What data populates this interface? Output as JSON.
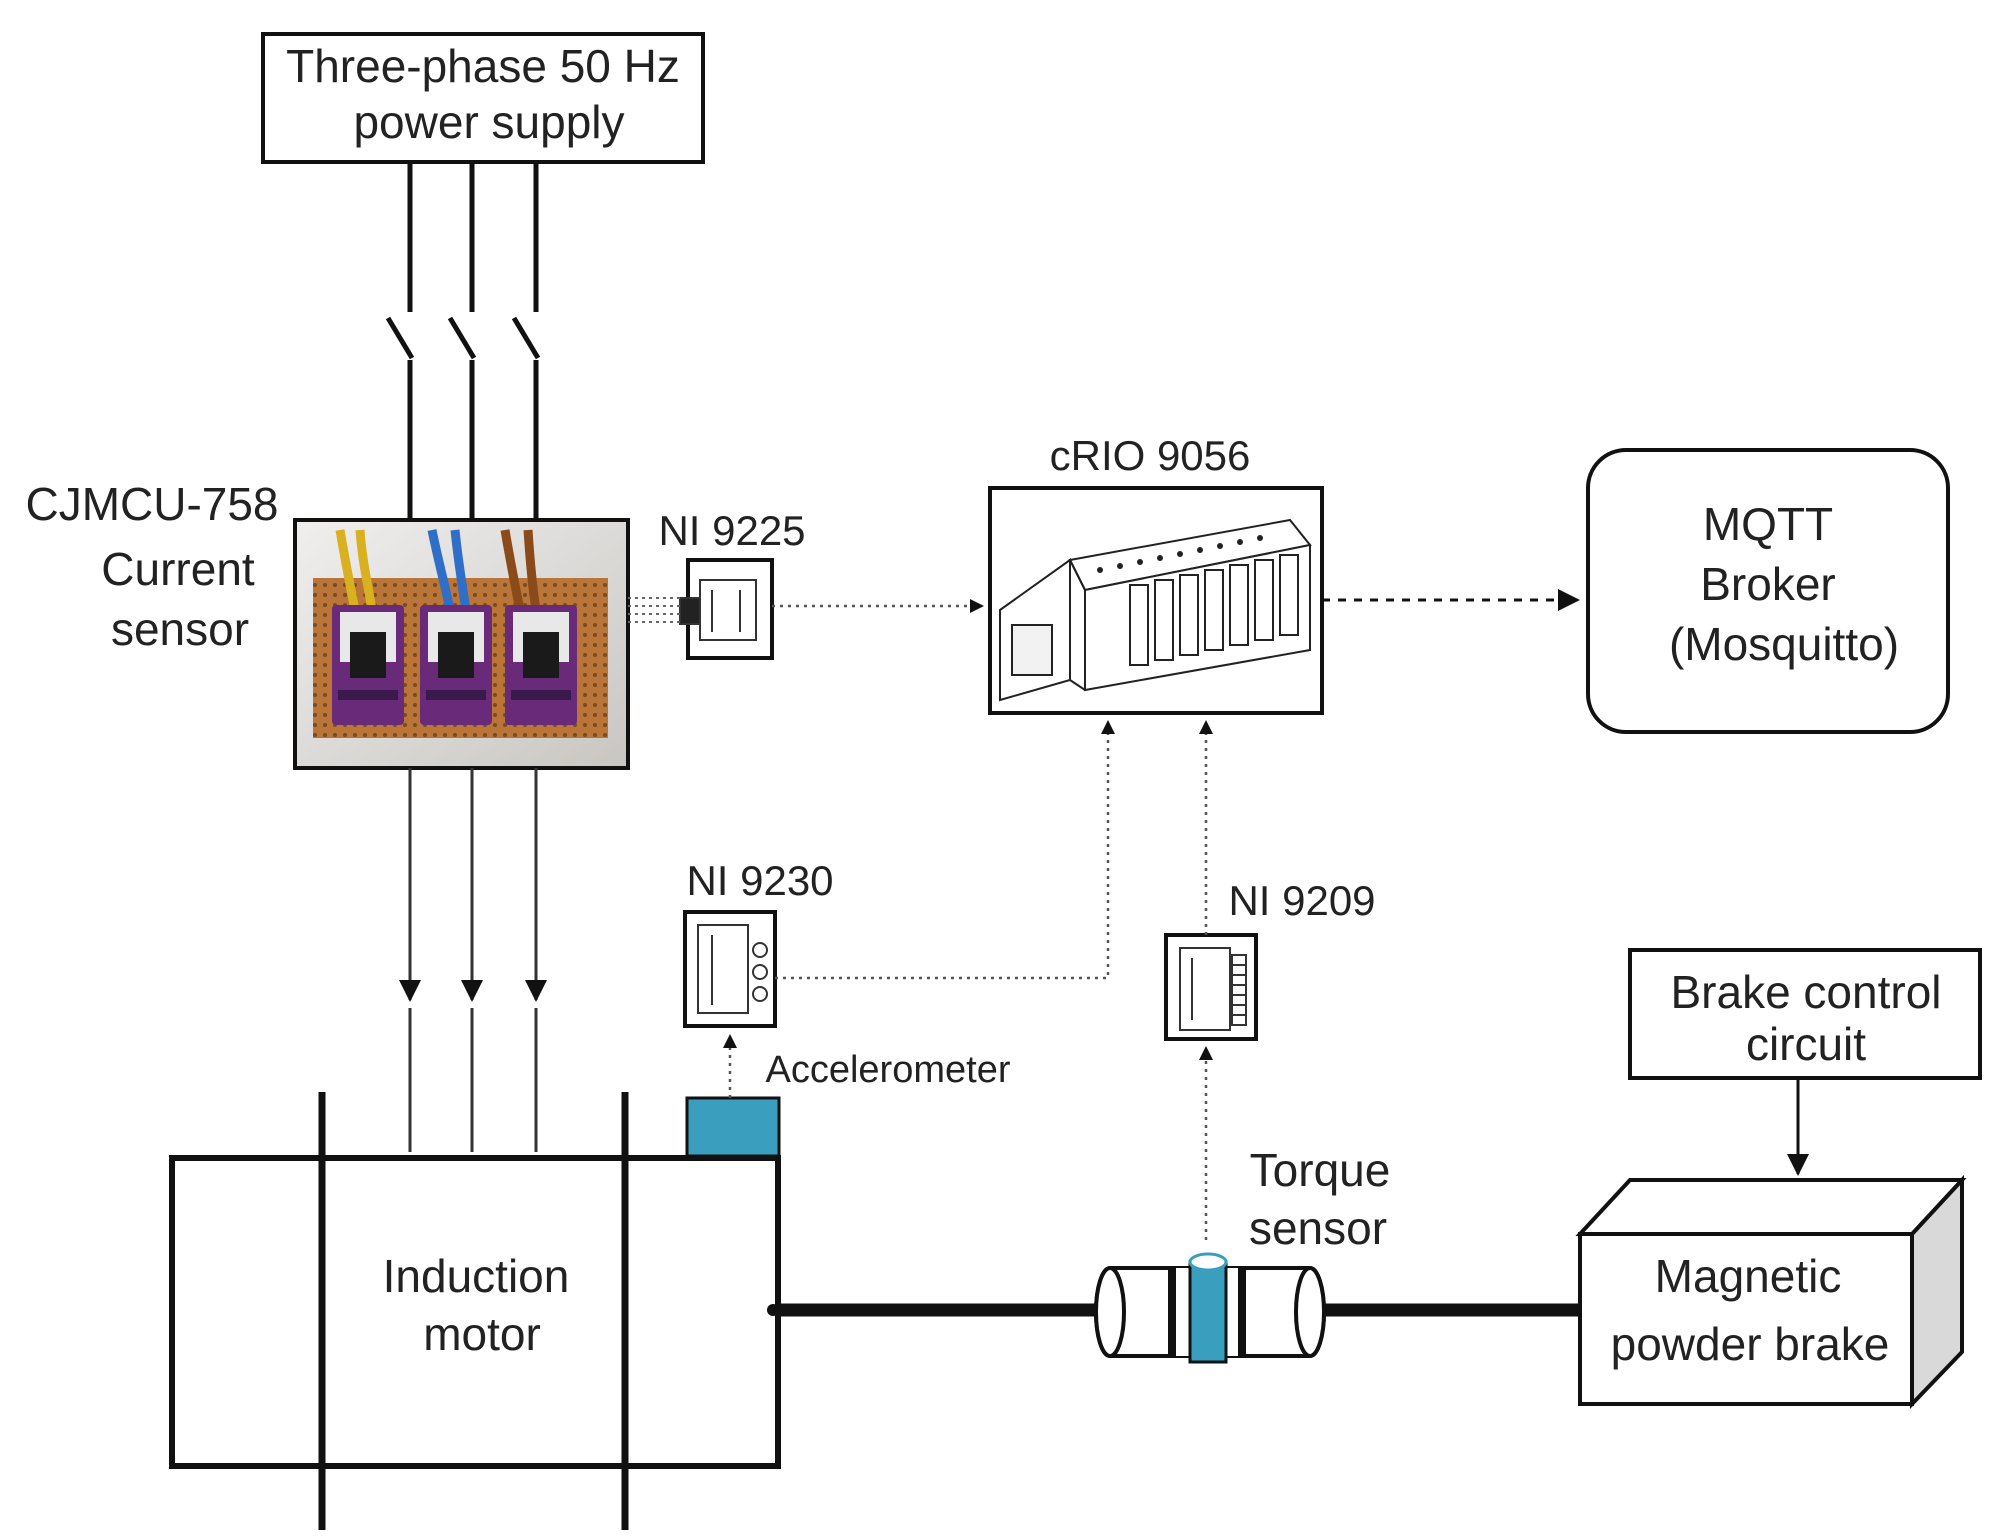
{
  "diagram": {
    "power_supply": {
      "line1": "Three-phase 50 Hz",
      "line2": "power supply"
    },
    "current_sensor": {
      "line1": "CJMCU-758",
      "line2": "Current",
      "line3": "sensor"
    },
    "ni_9225": {
      "label": "NI 9225"
    },
    "crio": {
      "label": "cRIO 9056"
    },
    "mqtt": {
      "line1": "MQTT",
      "line2": "Broker",
      "line3": "(Mosquitto)"
    },
    "ni_9230": {
      "label": "NI 9230"
    },
    "ni_9209": {
      "label": "NI 9209"
    },
    "accelerometer": {
      "label": "Accelerometer"
    },
    "torque_sensor": {
      "line1": "Torque",
      "line2": "sensor"
    },
    "brake_control": {
      "line1": "Brake control",
      "line2": "circuit"
    },
    "induction_motor": {
      "line1": "Induction",
      "line2": "motor"
    },
    "brake": {
      "line1": "Magnetic",
      "line2": "powder brake"
    }
  },
  "colors": {
    "line": "#111111",
    "signal": "#7a7a7a",
    "sensor_teal": "#3a9fbe",
    "board_brown": "#b06a35",
    "board_purple": "#6a2a7a",
    "wire_yellow": "#d8b020",
    "wire_blue": "#2f6fc8",
    "wire_brown": "#8a4a1a"
  }
}
